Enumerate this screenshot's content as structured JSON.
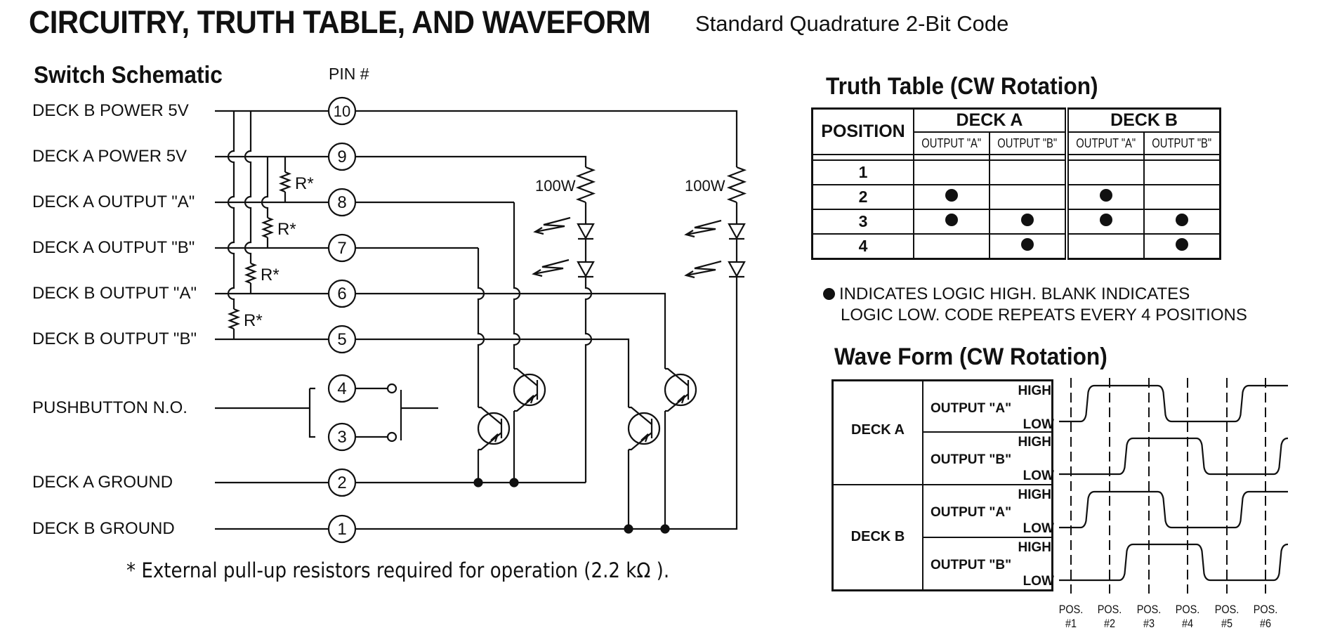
{
  "header": {
    "title": "CIRCUITRY, TRUTH TABLE, AND WAVEFORM",
    "subtitle": "Standard Quadrature 2-Bit Code"
  },
  "schematic": {
    "title": "Switch Schematic",
    "pin_header": "PIN #",
    "wires": [
      {
        "label": "DECK B POWER  5V",
        "pin": "10"
      },
      {
        "label": "DECK A POWER   5V",
        "pin": "9"
      },
      {
        "label": "DECK A OUTPUT \"A\"",
        "pin": "8"
      },
      {
        "label": "DECK A OUTPUT \"B\"",
        "pin": "7"
      },
      {
        "label": "DECK B OUTPUT \"A\"",
        "pin": "6"
      },
      {
        "label": "DECK B OUTPUT \"B\"",
        "pin": "5"
      },
      {
        "label": "PUSHBUTTON N.O.",
        "pin": "4"
      },
      {
        "label": "",
        "pin": "3"
      },
      {
        "label": "DECK A GROUND",
        "pin": "2"
      },
      {
        "label": "DECK B GROUND",
        "pin": "1"
      }
    ],
    "pullup_label": "R*",
    "led_resistor_label": "100W",
    "footnote": "* External pull-up resistors required for operation (2.2 kΩ )."
  },
  "truth_table": {
    "title": "Truth Table (CW Rotation)",
    "position_header": "POSITION",
    "decks": [
      "DECK A",
      "DECK B"
    ],
    "outputs": [
      "OUTPUT \"A\"",
      "OUTPUT \"B\"",
      "OUTPUT \"A\"",
      "OUTPUT \"B\""
    ],
    "rows": [
      {
        "position": "1",
        "values": [
          false,
          false,
          false,
          false
        ]
      },
      {
        "position": "2",
        "values": [
          true,
          false,
          true,
          false
        ]
      },
      {
        "position": "3",
        "values": [
          true,
          true,
          true,
          true
        ]
      },
      {
        "position": "4",
        "values": [
          false,
          true,
          false,
          true
        ]
      }
    ],
    "legend_line1": "INDICATES LOGIC HIGH.  BLANK INDICATES",
    "legend_line2": "LOGIC LOW. CODE REPEATS EVERY 4 POSITIONS"
  },
  "waveform": {
    "title": "Wave Form (CW Rotation)",
    "high_label": "HIGH",
    "low_label": "LOW",
    "decks": [
      {
        "name": "DECK A",
        "outputs": [
          {
            "name": "OUTPUT \"A\"",
            "transitions": [
              1.5,
              3.5,
              5.5
            ],
            "start_level": "low"
          },
          {
            "name": "OUTPUT \"B\"",
            "transitions": [
              2.5,
              4.5,
              6.5
            ],
            "start_level": "low"
          }
        ]
      },
      {
        "name": "DECK B",
        "outputs": [
          {
            "name": "OUTPUT \"A\"",
            "transitions": [
              1.5,
              3.5,
              5.5
            ],
            "start_level": "low"
          },
          {
            "name": "OUTPUT \"B\"",
            "transitions": [
              2.5,
              4.5,
              6.5
            ],
            "start_level": "low"
          }
        ]
      }
    ],
    "positions": [
      {
        "line1": "POS.",
        "line2": "#1"
      },
      {
        "line1": "POS.",
        "line2": "#2"
      },
      {
        "line1": "POS.",
        "line2": "#3"
      },
      {
        "line1": "POS.",
        "line2": "#4"
      },
      {
        "line1": "POS.",
        "line2": "#5"
      },
      {
        "line1": "POS.",
        "line2": "#6"
      }
    ]
  }
}
